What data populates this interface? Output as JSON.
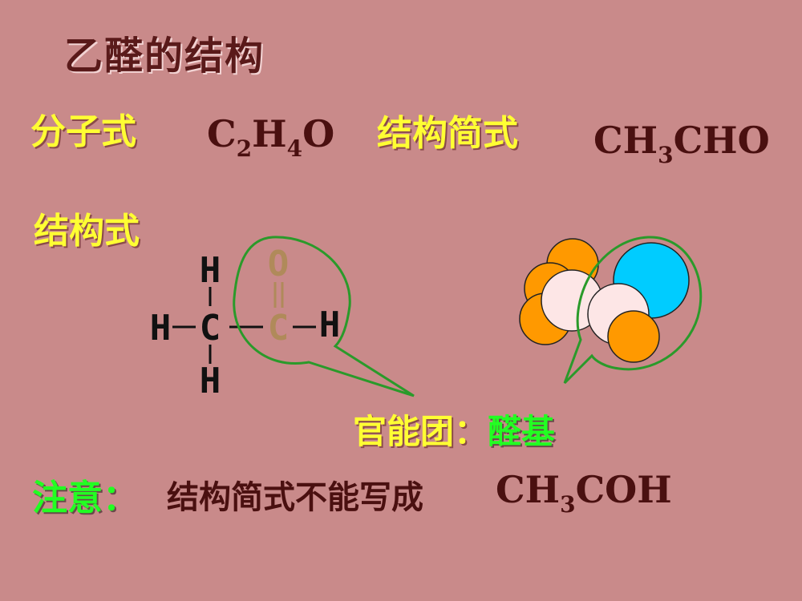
{
  "title": "乙醛的结构",
  "molecular_formula": {
    "label": "分子式",
    "parts": [
      "C",
      "2",
      "H",
      "4",
      "O"
    ]
  },
  "structural_simple": {
    "label": "结构简式",
    "parts": [
      "CH",
      "3",
      "CHO"
    ]
  },
  "structural_formula": {
    "label": "结构式",
    "atoms": {
      "h_top": "H",
      "h_left": "H",
      "c1": "C",
      "c2": "C",
      "h_right": "H",
      "h_bottom": "H",
      "o": "O"
    }
  },
  "functional_group": {
    "label": "官能团：",
    "value": "醛基"
  },
  "note": {
    "label": "注意：",
    "text": "结构简式不能写成",
    "formula_parts": [
      "CH",
      "3",
      "COH"
    ]
  },
  "colors": {
    "background": "#c98a8a",
    "label_yellow": "#ffff33",
    "accent_green": "#22ff22",
    "callout_green": "#2a9a2a",
    "carbon_orange": "#ff9900",
    "oxygen_blue": "#00ccff",
    "carbonyl_tan": "#b08a5a"
  }
}
